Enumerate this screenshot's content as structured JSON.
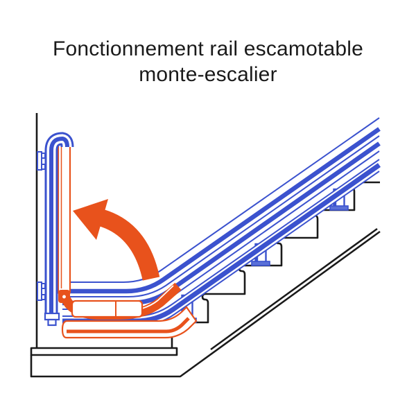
{
  "title": {
    "line1": "Fonctionnement rail escamotable",
    "line2": "monte-escalier"
  },
  "colors": {
    "rail_fixed_blue": "#3B52CE",
    "rail_folding_orange": "#E8521C",
    "outline_black": "#1A1A1A",
    "background": "#FFFFFF"
  },
  "diagram": {
    "parts": {
      "staircase": "staircase with six bullnose steps, floor slab and stringer",
      "wall": "left wall line",
      "fixed_rail": "blue fixed stairlift rail (two tubes plus lower tube) running up the stairs",
      "folded_rail_down": "orange retractable rail section shown lowered along the floor",
      "folded_rail_up": "orange retractable rail section shown raised vertically at the wall",
      "hinge": "pivot hinge of the retractable section",
      "rotation_arrow": "orange arrow showing fold-up rotation",
      "support_posts": "three blue rail support posts on the steps"
    }
  }
}
